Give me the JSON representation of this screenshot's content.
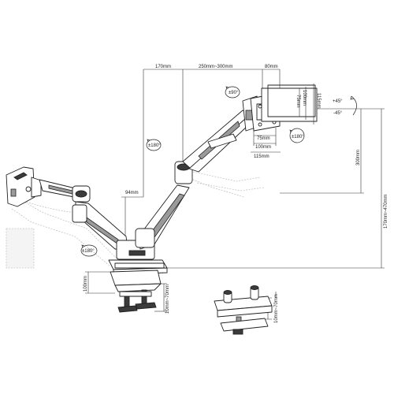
{
  "labels": {
    "d_170mm": "170mm",
    "d_250_300": "250mm~300mm",
    "d_80mm": "80mm",
    "d_94mm": "94mm",
    "d_100mm_h": "100mm",
    "d_10_70_left": "10mm~70mm",
    "d_10_70_right": "10mm~70mm",
    "d_300mm": "300mm",
    "d_170_470": "170mm~470mm",
    "vesa_115_v": "115mm",
    "vesa_100_v": "100mm",
    "vesa_75_v": "75mm",
    "vesa_75_h": "75mm",
    "vesa_100_h": "100mm",
    "vesa_115_h": "115mm",
    "rot_90": "±90°",
    "rot_180_a": "±180°",
    "rot_180_b": "±180°",
    "rot_180_c": "±180°",
    "tilt_plus": "+45°",
    "tilt_minus": "-45°"
  }
}
